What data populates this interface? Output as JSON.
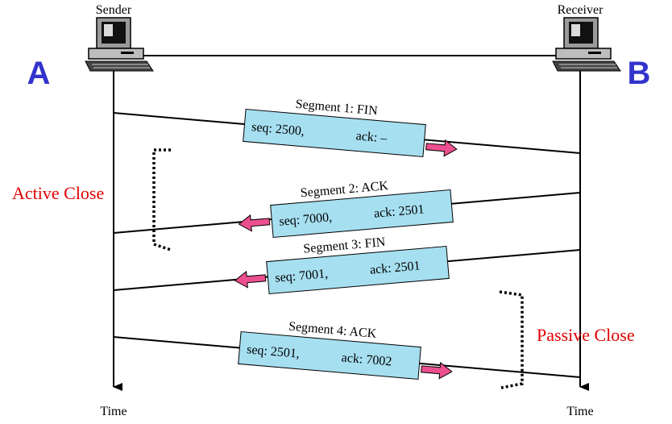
{
  "nodes": {
    "sender": {
      "role_label": "Sender",
      "letter": "A",
      "time_label": "Time"
    },
    "receiver": {
      "role_label": "Receiver",
      "letter": "B",
      "time_label": "Time"
    }
  },
  "segments": [
    {
      "title": "Segment 1: FIN",
      "seq": "seq: 2500,",
      "ack": "ack: –",
      "direction": "A-to-B"
    },
    {
      "title": "Segment 2: ACK",
      "seq": "seq: 7000,",
      "ack": "ack: 2501",
      "direction": "B-to-A"
    },
    {
      "title": "Segment 3: FIN",
      "seq": "seq: 7001,",
      "ack": "ack: 2501",
      "direction": "B-to-A"
    },
    {
      "title": "Segment 4: ACK",
      "seq": "seq: 2501,",
      "ack": "ack: 7002",
      "direction": "A-to-B"
    }
  ],
  "annotations": {
    "active_close": "Active Close",
    "passive_close": "Passive Close"
  },
  "colors": {
    "letter": "#3333cc",
    "annotation": "#e00000",
    "segment_box": "#a6dff0",
    "arrow": "#ec4f8f",
    "line": "#000000"
  }
}
